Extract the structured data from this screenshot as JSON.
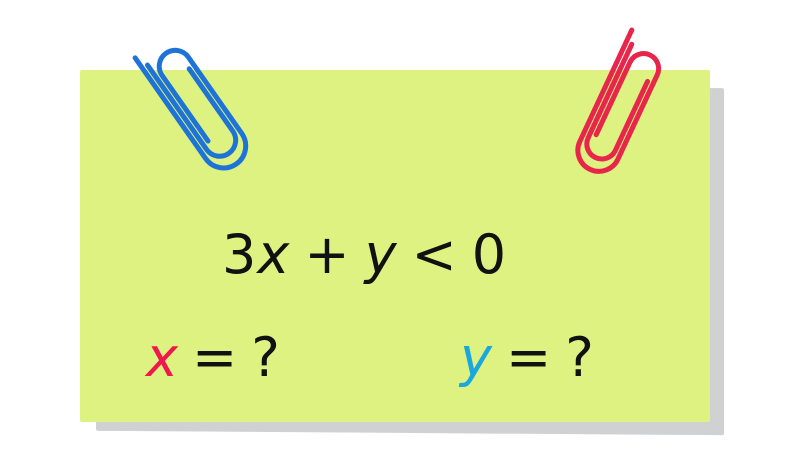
{
  "equation": {
    "coef": "3",
    "var_x": "x",
    "plus": "+",
    "var_y": "y",
    "lt": "<",
    "zero": "0"
  },
  "question_x": {
    "var": "x",
    "eq": "=",
    "q": "?"
  },
  "question_y": {
    "var": "y",
    "eq": "=",
    "q": "?"
  },
  "colors": {
    "note": "#ddf281",
    "x_accent": "#f0174d",
    "y_accent": "#1aa7df",
    "clip_left": "#1e73d8",
    "clip_right": "#e8254a",
    "text": "#111111"
  },
  "icons": {
    "left_clip": "paperclip-icon",
    "right_clip": "paperclip-icon"
  }
}
